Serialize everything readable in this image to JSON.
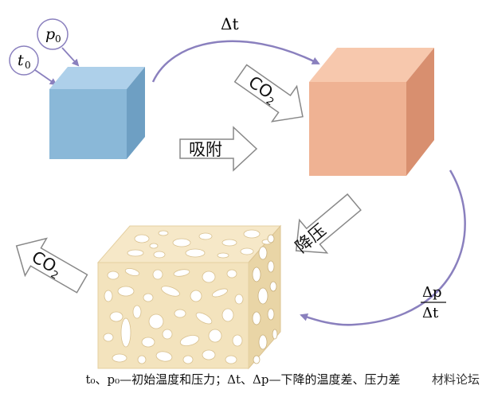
{
  "labels": {
    "p0_base": "p",
    "p0_sub": "0",
    "t0_base": "t",
    "t0_sub": "0",
    "delta_t": "Δt",
    "co2_in_base": "CO",
    "co2_in_sub": "2",
    "adsorb": "吸附",
    "depressurize": "降压",
    "dp_num": "Δp",
    "dp_den": "Δt",
    "co2_out_base": "CO",
    "co2_out_sub": "2"
  },
  "caption": "t₀、p₀—初始温度和压力；Δt、Δp—下降的温度差、压力差",
  "watermark": "材料论坛",
  "colors": {
    "blue_cube_front": "#8ab8d8",
    "salmon_cube_front": "#efb293",
    "porous_front": "#f3e3bd",
    "curve": "#8a80be"
  }
}
